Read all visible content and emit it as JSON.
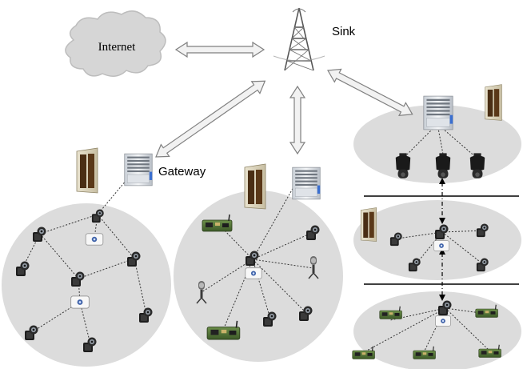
{
  "labels": {
    "internet": "Internet",
    "sink": "Sink",
    "gateway": "Gateway"
  },
  "colors": {
    "cluster_fill": "#dcdcdc",
    "arrow_fill": "#f2f2f2",
    "arrow_stroke": "#808080",
    "cloud_fill": "#d6d6d6",
    "divider": "#000000",
    "tower": "#555555"
  },
  "icons": {
    "sink": "radio-tower-icon",
    "internet": "cloud-icon",
    "gateway": "gateway-rack-icon",
    "server": "server-cabinet-icon",
    "sensor": "camera-sensor-node-icon",
    "board": "sensor-board-icon",
    "microphone": "microphone-sensor-icon",
    "ptz": "ptz-camera-icon",
    "relay": "relay-node-icon"
  }
}
